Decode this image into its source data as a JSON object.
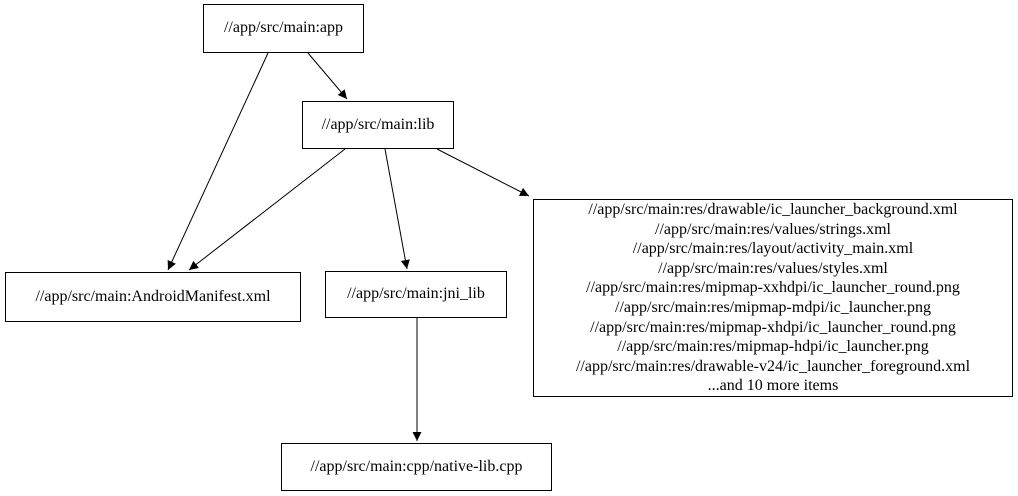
{
  "diagram": {
    "type": "dependency-graph",
    "background": "#ffffff",
    "edge_color": "#000000",
    "node_border_color": "#000000",
    "text_color": "#000000",
    "nodes": {
      "app": {
        "label": "//app/src/main:app"
      },
      "lib": {
        "label": "//app/src/main:lib"
      },
      "android_manifest": {
        "label": "//app/src/main:AndroidManifest.xml"
      },
      "jni_lib": {
        "label": "//app/src/main:jni_lib"
      },
      "res_group": {
        "lines": [
          "//app/src/main:res/drawable/ic_launcher_background.xml",
          "//app/src/main:res/values/strings.xml",
          "//app/src/main:res/layout/activity_main.xml",
          "//app/src/main:res/values/styles.xml",
          "//app/src/main:res/mipmap-xxhdpi/ic_launcher_round.png",
          "//app/src/main:res/mipmap-mdpi/ic_launcher.png",
          "//app/src/main:res/mipmap-xhdpi/ic_launcher_round.png",
          "//app/src/main:res/mipmap-hdpi/ic_launcher.png",
          "//app/src/main:res/drawable-v24/ic_launcher_foreground.xml",
          "...and 10 more items"
        ]
      },
      "native_cpp": {
        "label": "//app/src/main:cpp/native-lib.cpp"
      }
    },
    "edges": [
      {
        "from": "app",
        "to": "lib"
      },
      {
        "from": "app",
        "to": "android_manifest"
      },
      {
        "from": "lib",
        "to": "android_manifest"
      },
      {
        "from": "lib",
        "to": "jni_lib"
      },
      {
        "from": "lib",
        "to": "res_group"
      },
      {
        "from": "jni_lib",
        "to": "native_cpp"
      }
    ]
  }
}
